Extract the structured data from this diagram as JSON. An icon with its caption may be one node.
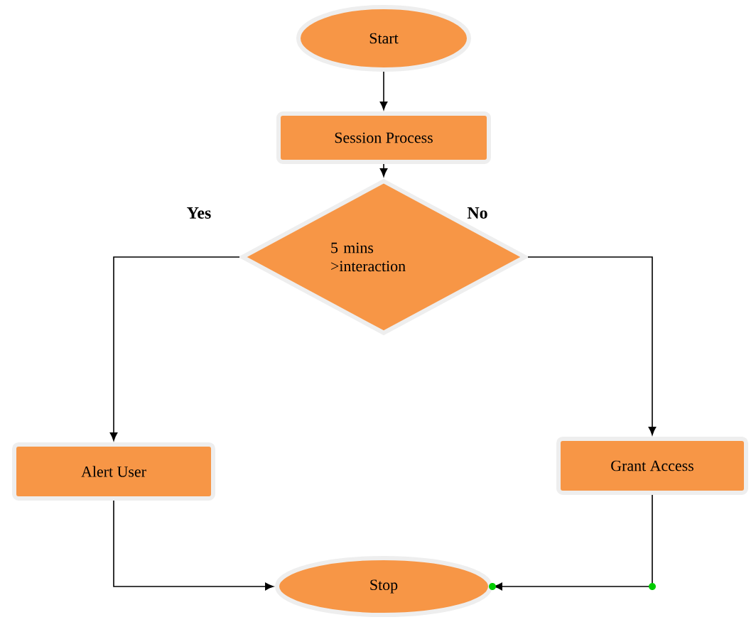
{
  "diagram": {
    "nodes": [
      {
        "text": [
          "Start"
        ]
      },
      {
        "text": [
          "Session Process"
        ]
      },
      {
        "text": [
          "5 mins >interaction"
        ]
      },
      {
        "text": [
          "Alert User"
        ]
      },
      {
        "text": [
          "Grant Access"
        ]
      },
      {
        "text": [
          "Stop"
        ]
      }
    ],
    "edges": [
      {
        "from": 0,
        "to": 1,
        "arrow": "to"
      },
      {
        "from": 1,
        "to": 2,
        "arrow": "to"
      },
      {
        "from": 2,
        "to": 3,
        "arrow": "to",
        "label": "Yes"
      },
      {
        "from": 2,
        "to": 4,
        "arrow": "to",
        "label": "No"
      },
      {
        "from": 3,
        "to": 5,
        "arrow": "to"
      },
      {
        "from": 4,
        "to": 5,
        "arrow": "to"
      }
    ]
  }
}
